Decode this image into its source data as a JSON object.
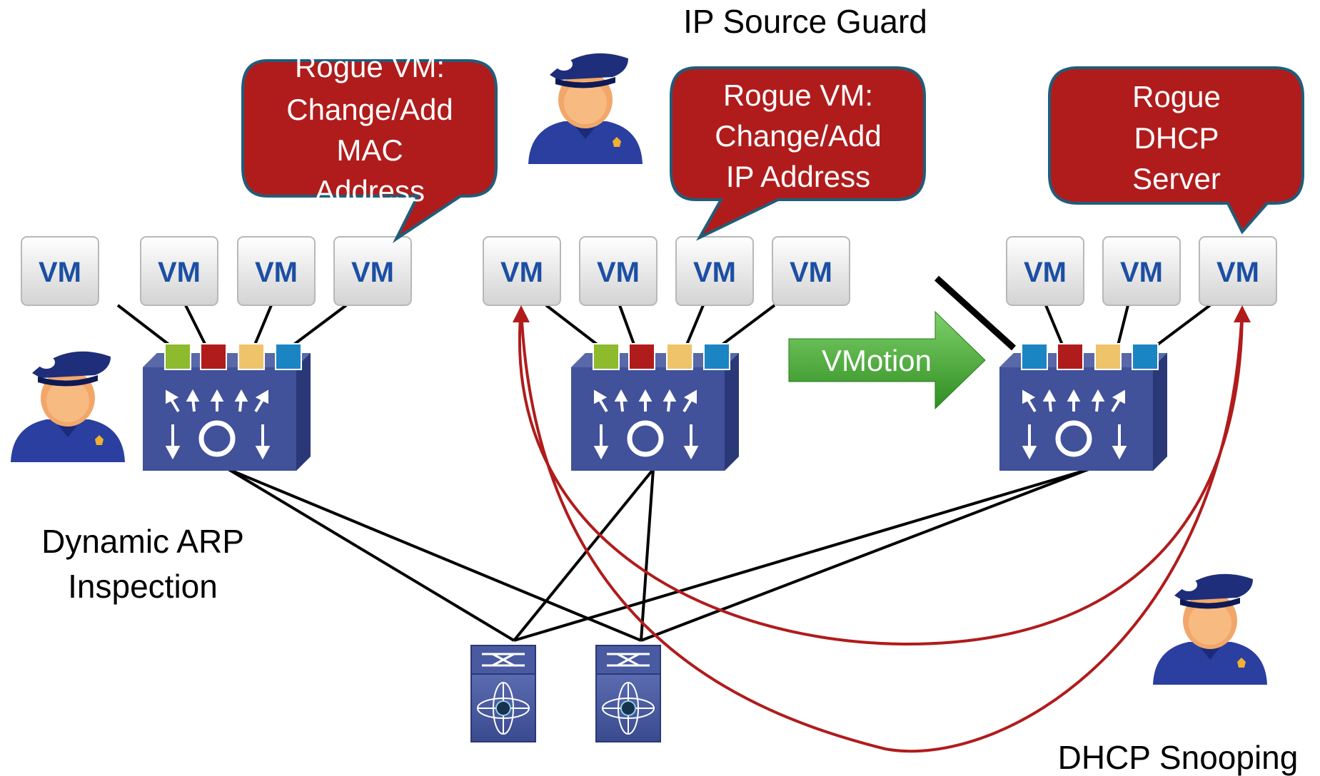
{
  "labels": {
    "ip_source_guard": "IP Source Guard",
    "dynamic_arp_line1": "Dynamic ARP",
    "dynamic_arp_line2": "Inspection",
    "dhcp_snooping": "DHCP Snooping"
  },
  "bubbles": {
    "mac": [
      "Rogue VM:",
      "Change/Add",
      "MAC",
      "Address"
    ],
    "ip": [
      "Rogue VM:",
      "Change/Add",
      "IP Address"
    ],
    "dhcp": [
      "Rogue",
      "DHCP",
      "Server"
    ]
  },
  "vm_label": "VM",
  "vmotion_label": "VMotion",
  "colors": {
    "bubble_fill": "#b01c1c",
    "bubble_stroke": "#1f5d7a",
    "switch_fill": "#3a4a8e",
    "port_green": "#8dbb2d",
    "port_red": "#b01c1c",
    "port_yellow": "#eec36a",
    "port_blue": "#1a85c2",
    "arrow_green": "#3aa52c",
    "curve_red": "#b01c1c"
  }
}
